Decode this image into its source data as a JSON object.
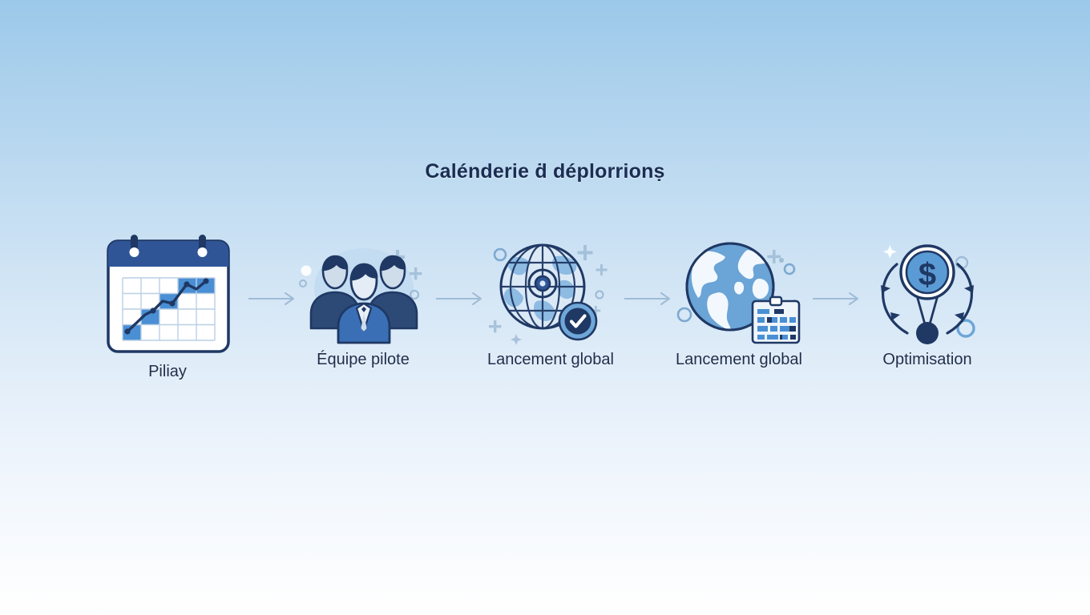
{
  "page": {
    "title": "Calénderie ḋ déplorrionṣ",
    "background_top": "#9cc8ea",
    "background_bottom": "#ffffff",
    "text_color": "#1f2d4a",
    "accent_dark": "#1f3864",
    "accent_mid": "#2f5597",
    "accent_light": "#5b9bd5",
    "arrow_color": "#9fbcd6"
  },
  "timeline": {
    "steps": [
      {
        "id": "pilot-calendar",
        "label": "Piliay",
        "icon": "calendar-chart-icon",
        "label_low": true
      },
      {
        "id": "pilot-team",
        "label": "Équipe pilote",
        "icon": "team-people-icon",
        "label_low": false
      },
      {
        "id": "global-check",
        "label": "Lancement global",
        "icon": "globe-check-icon",
        "label_low": false
      },
      {
        "id": "global-plan",
        "label": "Lancement global",
        "icon": "globe-clipboard-icon",
        "label_low": false
      },
      {
        "id": "optimise",
        "label": "Optimisation",
        "icon": "cost-cycle-icon",
        "label_low": false
      }
    ],
    "connector_count": 4,
    "connector_icon": "arrow-right-icon"
  }
}
